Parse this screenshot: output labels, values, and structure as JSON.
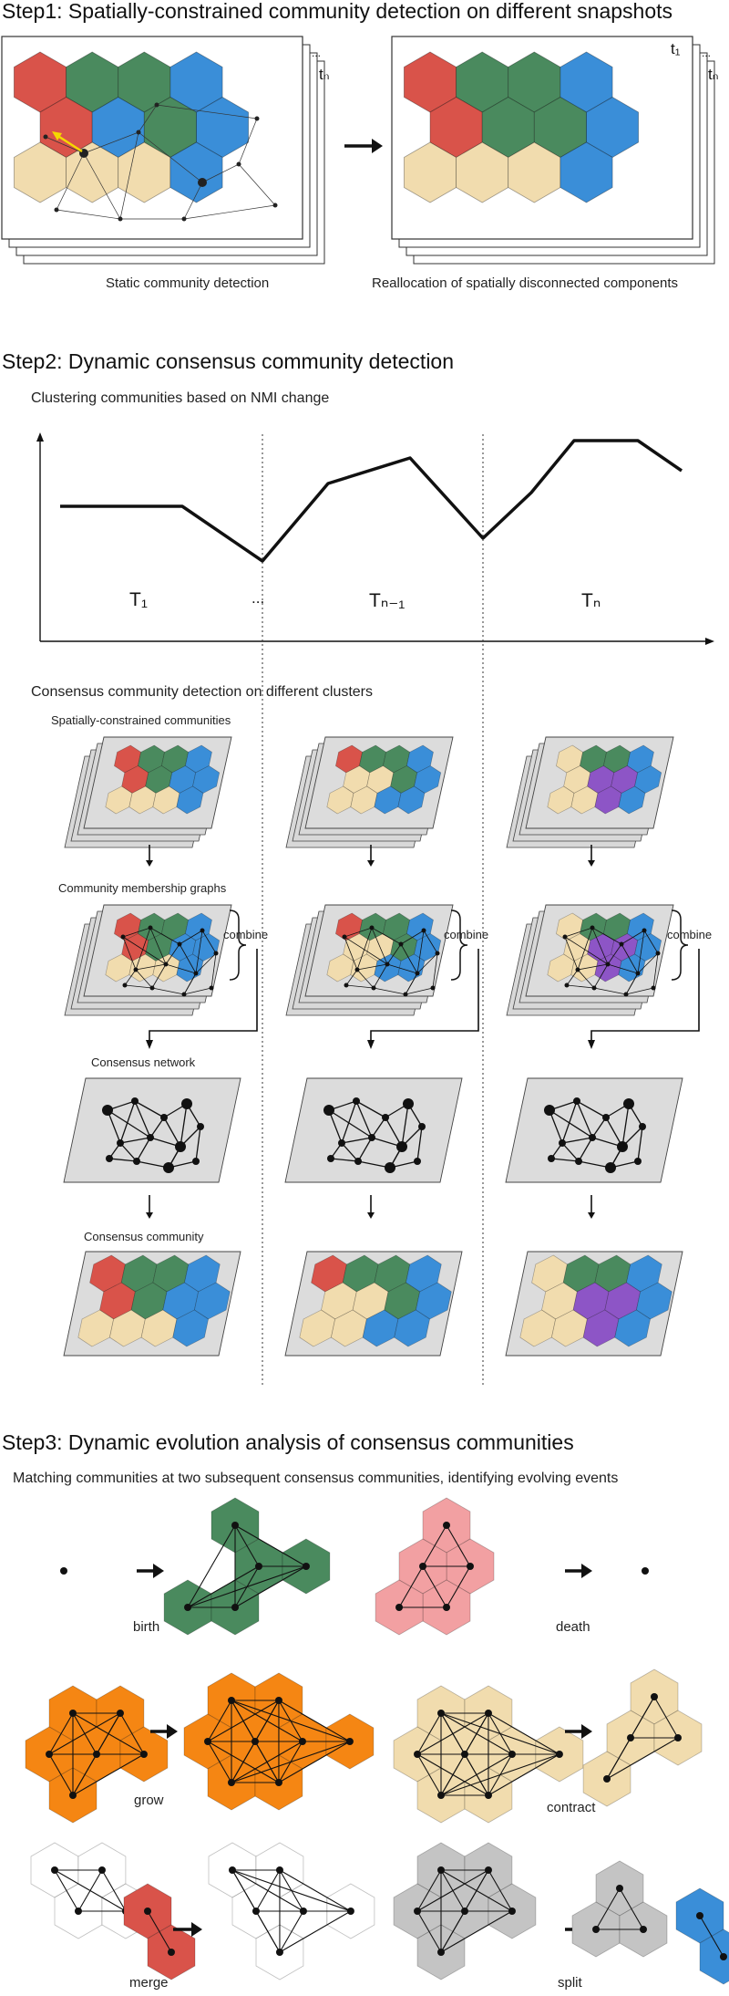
{
  "step1": {
    "title": "Step1: Spatially-constrained community detection on different snapshots",
    "label_tn": "tₙ",
    "label_t1": "t₁",
    "caption_left": "Static community detection",
    "caption_right": "Reallocation of spatially disconnected components"
  },
  "step2": {
    "title": "Step2: Dynamic consensus community detection",
    "subtitle": "Clustering communities based on NMI change",
    "period_labels": [
      "T₁",
      "...",
      "Tₙ₋₁",
      "Tₙ"
    ],
    "subtitle2": "Consensus community detection on different clusters",
    "row_labels": {
      "spatial": "Spatially-constrained communities",
      "membership": "Community membership graphs",
      "network": "Consensus network",
      "community": "Consensus community"
    },
    "combine_label": "combine"
  },
  "step3": {
    "title": "Step3: Dynamic evolution analysis of consensus communities",
    "subtitle": "Matching communities at two subsequent consensus communities, identifying evolving events",
    "events": {
      "birth": "birth",
      "death": "death",
      "grow": "grow",
      "contract": "contract",
      "merge": "merge",
      "split": "split"
    }
  },
  "colors": {
    "red": "#d9534a",
    "green": "#4a8a5e",
    "blue": "#3a8ed8",
    "sand": "#f1dcae",
    "purple": "#8d55c6",
    "pink": "#f2a0a2",
    "orange": "#f58613",
    "gray": "#c4c4c4",
    "panel": "#dcdcdc",
    "yellow_arrow": "#f5d800"
  }
}
